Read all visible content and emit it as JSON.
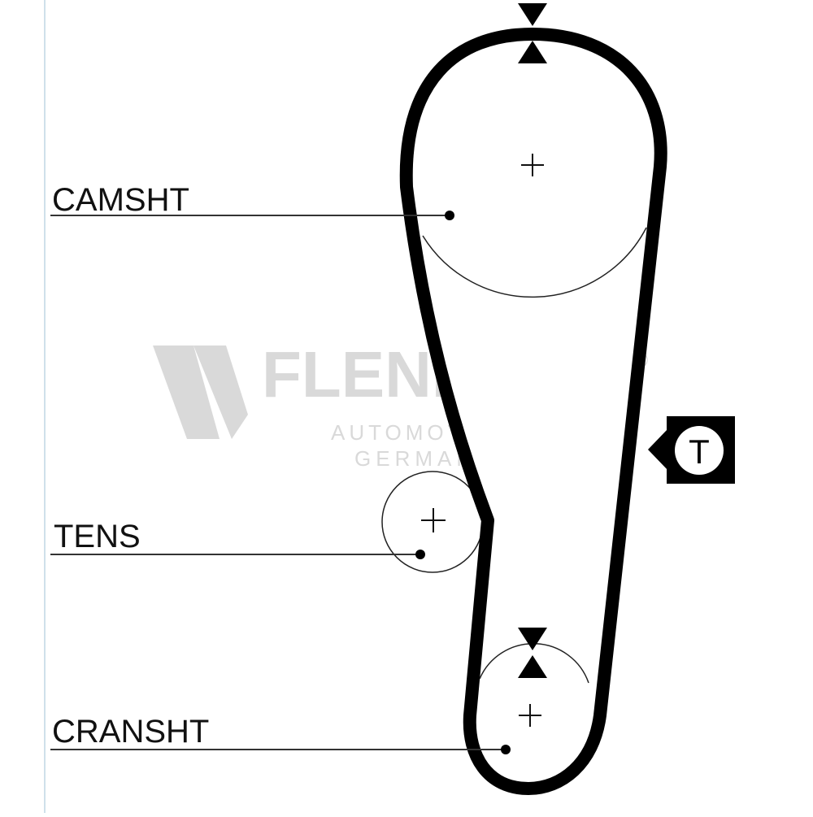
{
  "labels": {
    "camshaft": "CAMSHT",
    "tensioner": "TENS",
    "crankshaft": "CRANSHT",
    "tension_marker": "T"
  },
  "watermark": {
    "brand": "FLENNOR",
    "registered": "®",
    "line1": "AUTOMOTIVE",
    "line2": "GERMANY"
  },
  "colors": {
    "belt": "#000000",
    "line": "#222222",
    "watermark": "#d9d9d9"
  }
}
